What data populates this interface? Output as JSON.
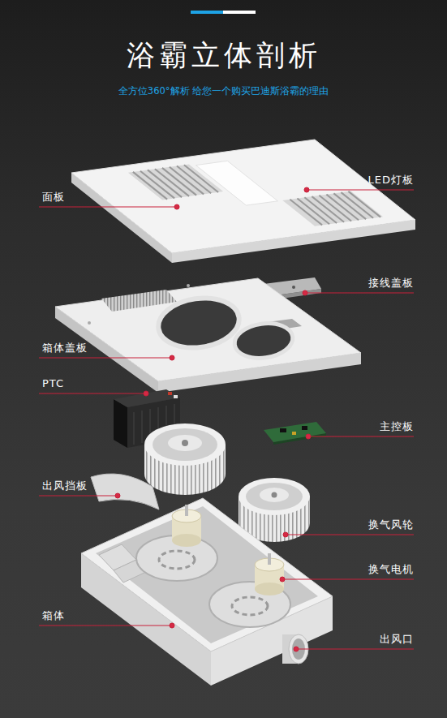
{
  "diagram": {
    "title": "浴霸立体剖析",
    "caption": "全方位360°解析 给您一个购买巴迪斯浴霸的理由",
    "labels": [
      "LED灯板",
      "面板",
      "接线盖板",
      "箱体盖板",
      "PTC",
      "主控板",
      "出风挡板",
      "换气风轮",
      "换气电机",
      "箱体",
      "出风口"
    ]
  }
}
